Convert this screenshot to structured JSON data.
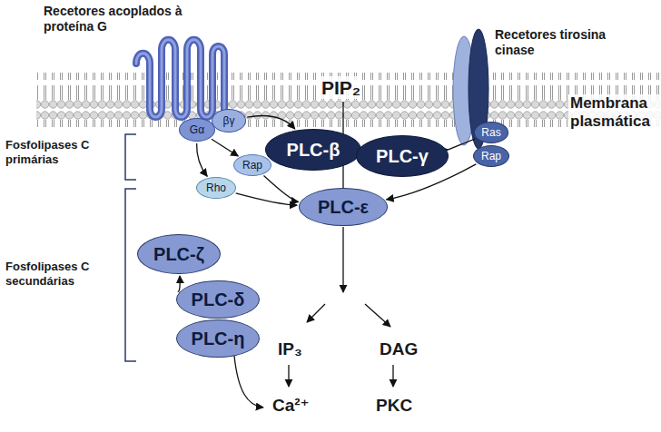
{
  "diagram": {
    "nodes": [
      {
        "text": [
          "Gα"
        ]
      },
      {
        "text": [
          "βγ"
        ]
      },
      {
        "text": [
          "Rap"
        ]
      },
      {
        "text": [
          "Rho"
        ]
      },
      {
        "text": [
          "PLC-β"
        ]
      },
      {
        "text": [
          "PLC-γ"
        ]
      },
      {
        "text": [
          "Ras"
        ]
      },
      {
        "text": [
          "Rap"
        ]
      },
      {
        "text": [
          "PLC-ε"
        ]
      },
      {
        "text": [
          "PLC-ζ"
        ]
      },
      {
        "text": [
          "PLC-δ"
        ]
      },
      {
        "text": [
          "PLC-η"
        ]
      }
    ],
    "edges": [
      {
        "from": 1,
        "to": 4,
        "arrow": "to"
      },
      {
        "from": 0,
        "to": 2,
        "arrow": "to"
      },
      {
        "from": 0,
        "to": 3,
        "arrow": "to"
      },
      {
        "from": 2,
        "to": 8,
        "arrow": "to"
      },
      {
        "from": 3,
        "to": 8,
        "arrow": "to"
      },
      {
        "from": 6,
        "to": 5,
        "arrow": "to"
      },
      {
        "from": 7,
        "to": 8,
        "arrow": "to"
      },
      {
        "from": 10,
        "to": 9,
        "arrow": "to"
      }
    ],
    "labels": [
      "Recetores acoplados à proteína G",
      "Recetores tirosina cinase",
      "PIP₂",
      "Membrana plasmática",
      "Fosfolipases C primárias",
      "Fosfolipases C secundárias",
      "IP₃",
      "DAG",
      "Ca²⁺",
      "PKC"
    ]
  }
}
